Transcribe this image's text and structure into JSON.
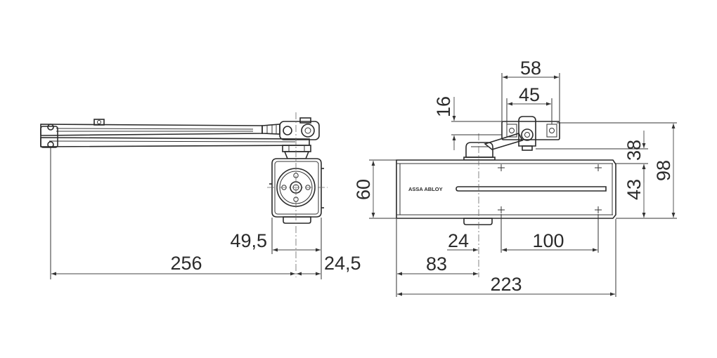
{
  "brand_label": "ASSA ABLOY",
  "dimensions": {
    "arm_length": "256",
    "bracket_offset": "49,5",
    "bracket_edge": "24,5",
    "depth": "60",
    "top_width": "58",
    "top_inner_width": "45",
    "top_offset": "16",
    "upper_height": "38",
    "lower_height": "43",
    "total_height": "98",
    "arm_axis_offset": "24",
    "hole_spacing": "100",
    "axis_to_edge": "83",
    "total_length": "223"
  }
}
